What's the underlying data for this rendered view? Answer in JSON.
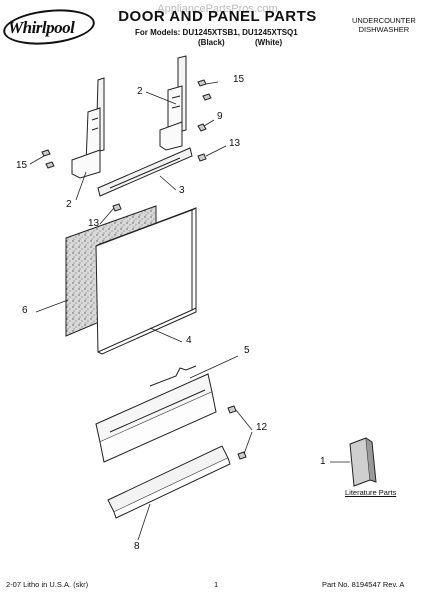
{
  "header": {
    "brand": "Whirlpool",
    "watermark": "AppliancePartsPros.com",
    "title": "DOOR AND PANEL PARTS",
    "models_line": "For Models: DU1245XTSB1, DU1245XTSQ1",
    "model_notes": [
      "(Black)",
      "(White)"
    ],
    "category": [
      "UNDERCOUNTER",
      "DISHWASHER"
    ]
  },
  "callouts": [
    "15",
    "2",
    "9",
    "13",
    "15",
    "2",
    "3",
    "13",
    "6",
    "4",
    "5",
    "12",
    "1",
    "8"
  ],
  "literature_label": "Literature Parts",
  "footer": {
    "left": "2-07 Litho in U.S.A. (skr)",
    "center": "1",
    "right": "Part No. 8194547 Rev. A"
  }
}
